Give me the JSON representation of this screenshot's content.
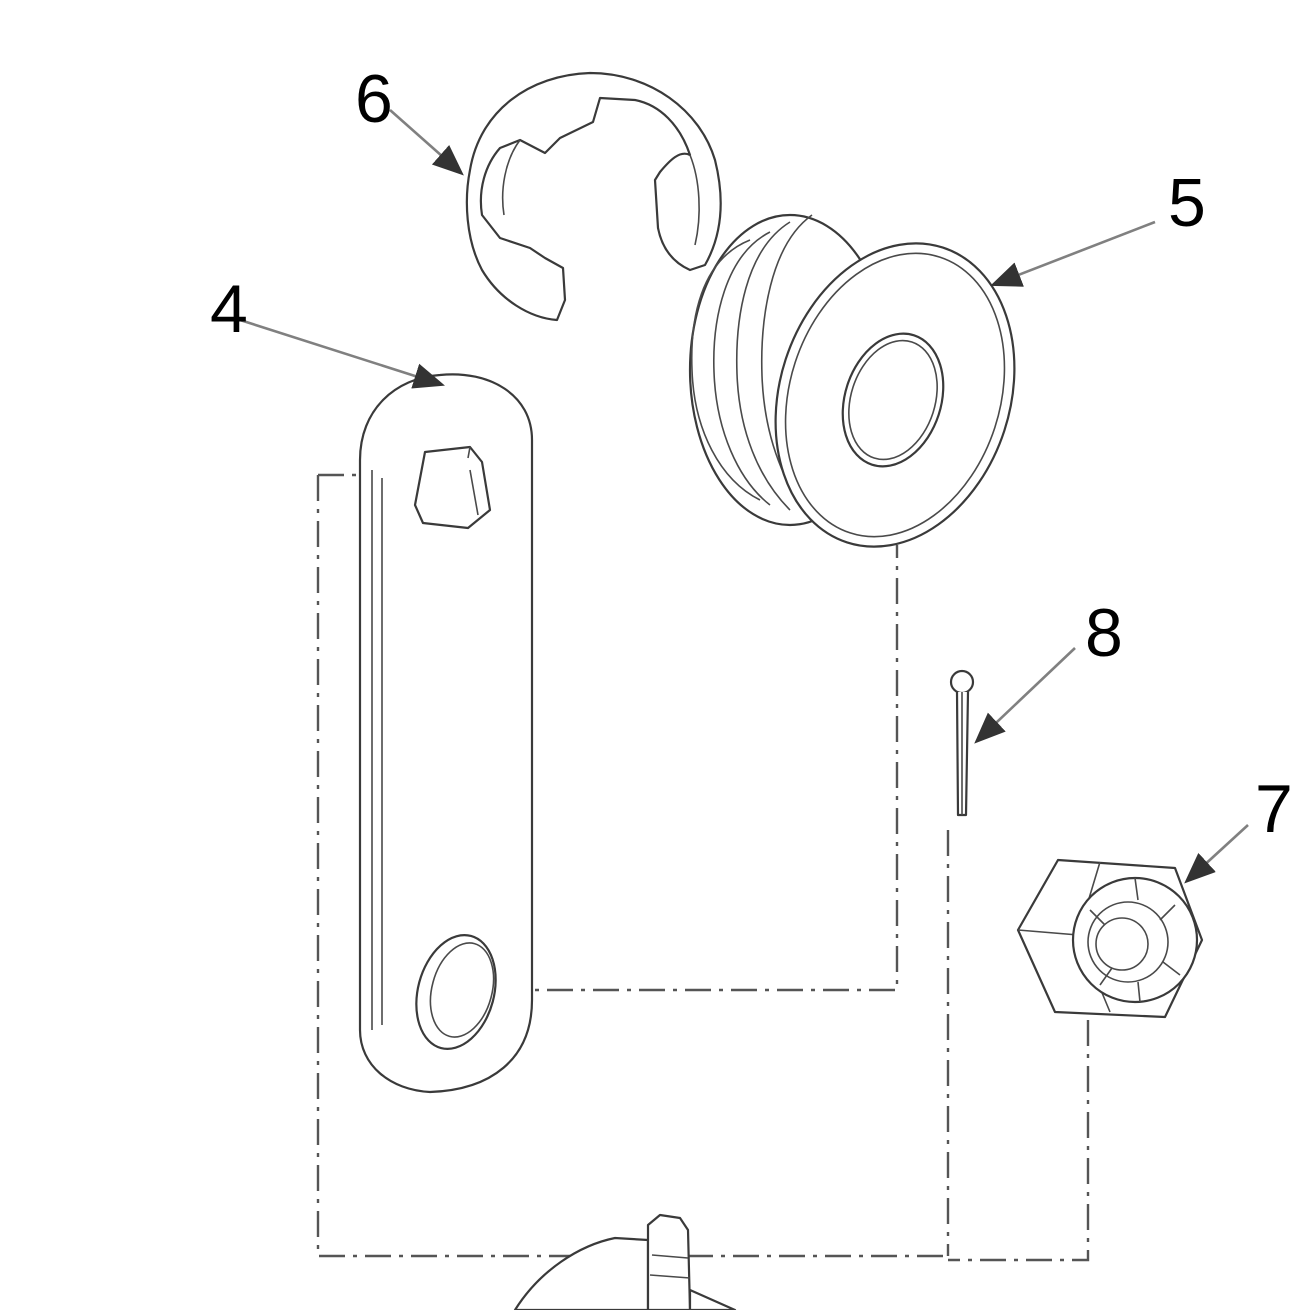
{
  "callouts": {
    "c4": "4",
    "c5": "5",
    "c6": "6",
    "c7": "7",
    "c8": "8"
  },
  "parts": {
    "p4": "link-plate",
    "p5": "bushing",
    "p6": "e-clip",
    "p7": "castle-nut",
    "p8": "cotter-pin"
  }
}
